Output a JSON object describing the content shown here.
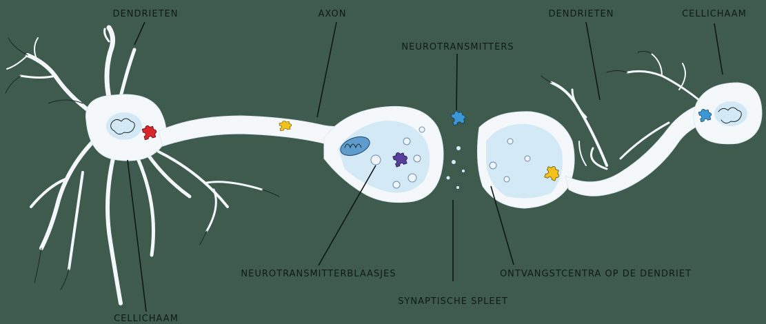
{
  "labels": {
    "dendrieten_left": "DENDRIETEN",
    "axon": "AXON",
    "neurotransmitters": "NEUROTRANSMITTERS",
    "dendrieten_right": "DENDRIETEN",
    "cellichaam_right": "CELLICHAAM",
    "neurotransmitterblaasjes": "NEUROTRANSMITTERBLAASJES",
    "synaptische_spleet": "SYNAPTISCHE SPLEET",
    "ontvangstcentra": "ONTVANGSTCENTRA OP DE DENDRIET",
    "cellichaam_left": "CELLICHAAM"
  },
  "colors": {
    "background": "#3f5b4d",
    "neuron": "#f4f8fb",
    "nucleus": "#b9dcf3",
    "puzzle_red": "#d8262a",
    "puzzle_yellow": "#f2c21a",
    "puzzle_blue": "#3b97d6",
    "puzzle_purple": "#5a3f9a"
  },
  "icons": [
    "puzzle-piece-icon",
    "vesicle-icon",
    "mitochondrion-icon"
  ]
}
